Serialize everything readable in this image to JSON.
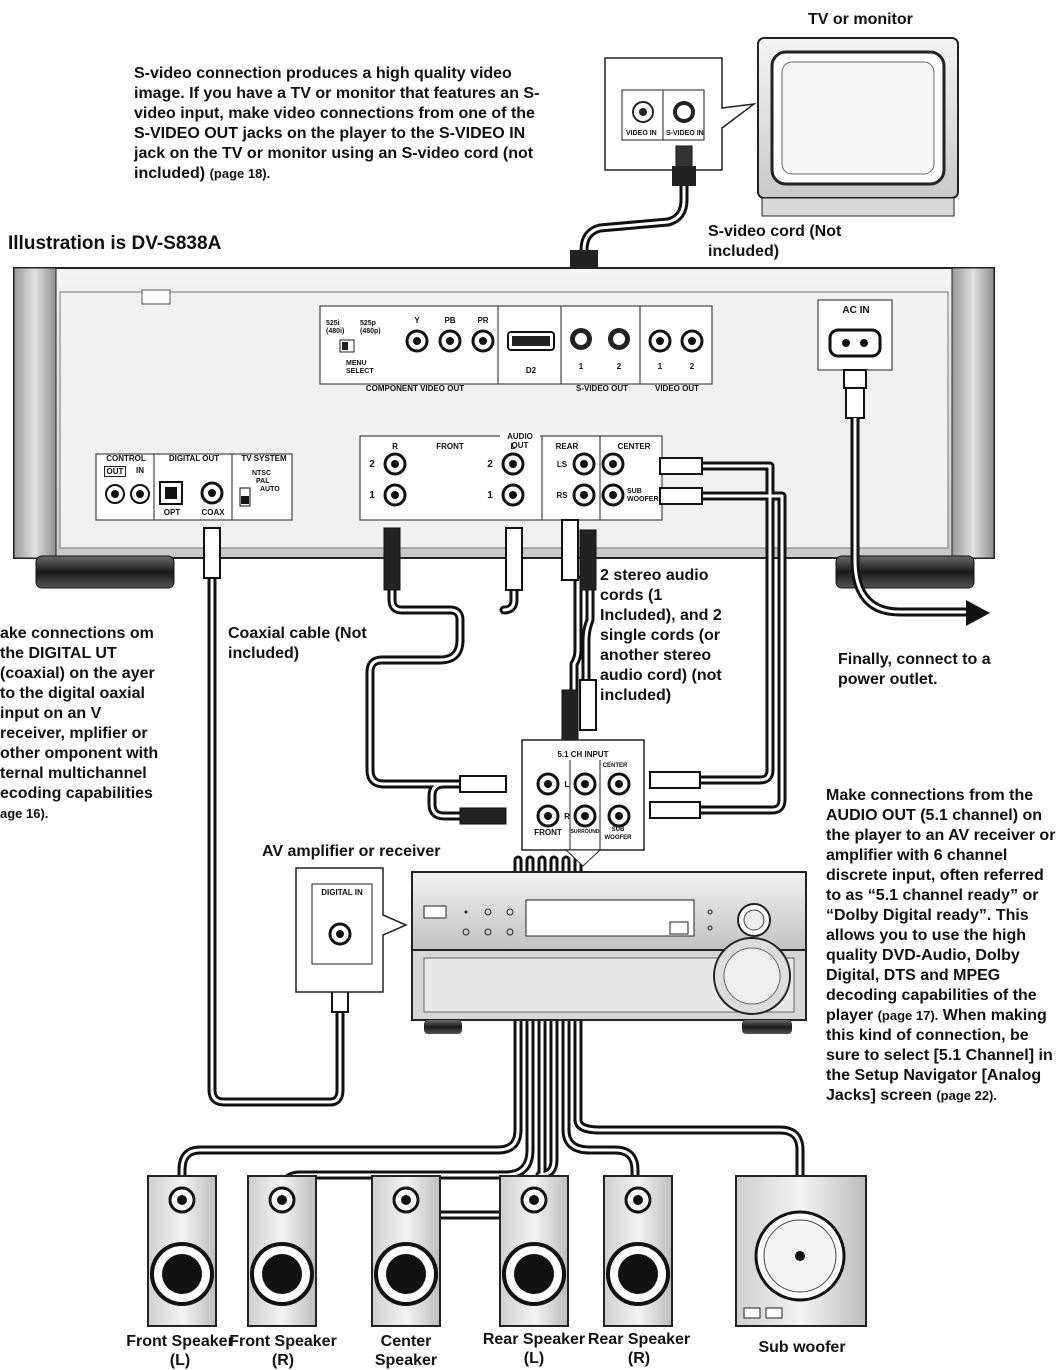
{
  "tv": {
    "title": "TV or monitor",
    "video_in": "VIDEO IN",
    "svideo_in": "S-VIDEO IN"
  },
  "notes": {
    "svideo": "S-video connection produces a high quality video image. If you have a TV or monitor that features an S-video input, make video connections from one of the S-VIDEO OUT jacks on the player to the S-VIDEO IN jack on the TV or monitor using an S-video cord (not included)",
    "svideo_page": "(page 18).",
    "digital": "ake connections om the DIGITAL UT (coaxial) on the ayer to the digital oaxial input on an V receiver, mplifier or other omponent with ternal multichannel ecoding capabilities",
    "digital_page": "age 16).",
    "power": "Finally, connect to a power outlet.",
    "audio": "Make connections from the AUDIO OUT (5.1 channel) on the player to an AV receiver or amplifier with 6 channel discrete input, often referred to as “5.1 channel ready” or “Dolby Digital ready”. This allows you to use the high quality DVD-Audio, Dolby Digital, DTS and MPEG decoding capabilities of the player",
    "audio_page1": "(page 17).",
    "audio_mid": "When making this kind of connection, be sure to select [5.1 Channel] in the Setup Navigator [Analog Jacks] screen",
    "audio_page2": "(page 22)."
  },
  "illustration_label": "Illustration is DV-S838A",
  "cables": {
    "svideo": "S-video cord (Not included)",
    "coaxial": "Coaxial cable (Not included)",
    "stereo": "2 stereo audio cords (1 Included), and 2 single cords (or another stereo audio cord) (not included)"
  },
  "player": {
    "ac_in": "AC IN",
    "component": "COMPONENT VIDEO OUT",
    "y": "Y",
    "pb": "PB",
    "pr": "PR",
    "s525i": "525i (480i)",
    "s525p": "525p (480p)",
    "menu_select": "MENU SELECT",
    "d2": "D2",
    "svideo_out": "S-VIDEO OUT",
    "video_out": "VIDEO OUT",
    "n1": "1",
    "n2": "2",
    "control": "CONTROL",
    "out": "OUT",
    "in": "IN",
    "digital_out": "DIGITAL OUT",
    "opt": "OPT",
    "coax": "COAX",
    "tv_system": "TV SYSTEM",
    "ntsc": "NTSC",
    "pal": "PAL",
    "auto": "AUTO",
    "audio_out": "AUDIO OUT",
    "front": "FRONT",
    "r": "R",
    "l": "L",
    "rear": "REAR",
    "center": "CENTER",
    "ls": "LS",
    "rs": "RS",
    "sub_woofer": "SUB WOOFER"
  },
  "amp": {
    "title": "AV amplifier or receiver",
    "digital_in": "DIGITAL IN",
    "input_51": "5.1 CH INPUT",
    "center": "CENTER",
    "front": "FRONT",
    "surround": "SURROUND",
    "sub_woofer": "SUB WOOFER",
    "l": "L",
    "r": "R"
  },
  "speakers": [
    {
      "label": "Front Speaker (L)"
    },
    {
      "label": "Front Speaker (R)"
    },
    {
      "label": "Center Speaker"
    },
    {
      "label": "Rear Speaker (L)"
    },
    {
      "label": "Rear Speaker (R)"
    },
    {
      "label": "Sub woofer"
    }
  ]
}
